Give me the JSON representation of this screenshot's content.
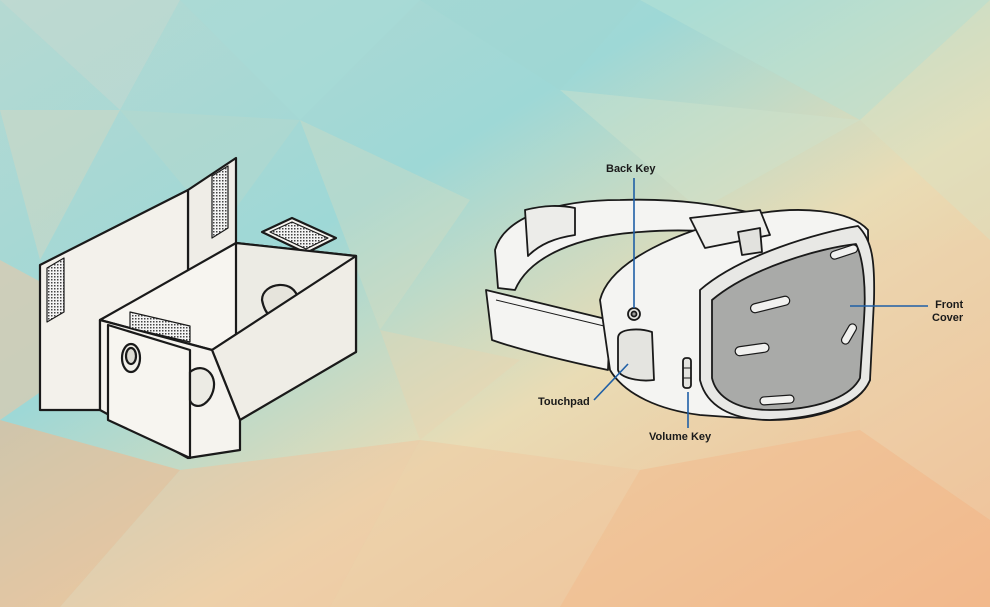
{
  "labels": {
    "back_key": "Back Key",
    "touchpad": "Touchpad",
    "volume_key": "Volume Key",
    "front_cover_line1": "Front",
    "front_cover_line2": "Cover"
  },
  "colors": {
    "leader_line": "#1f5fa6",
    "outline": "#1a1a1a",
    "cardboard_fill": "#f5f3ee",
    "headset_fill": "#f4f4f2",
    "front_cover_fill": "#a9aaa8",
    "bg_teal": "#8fd3cf",
    "bg_peach": "#f2b98d"
  },
  "illustrations": {
    "left": "cardboard-vr-viewer",
    "right": "vr-headset"
  }
}
